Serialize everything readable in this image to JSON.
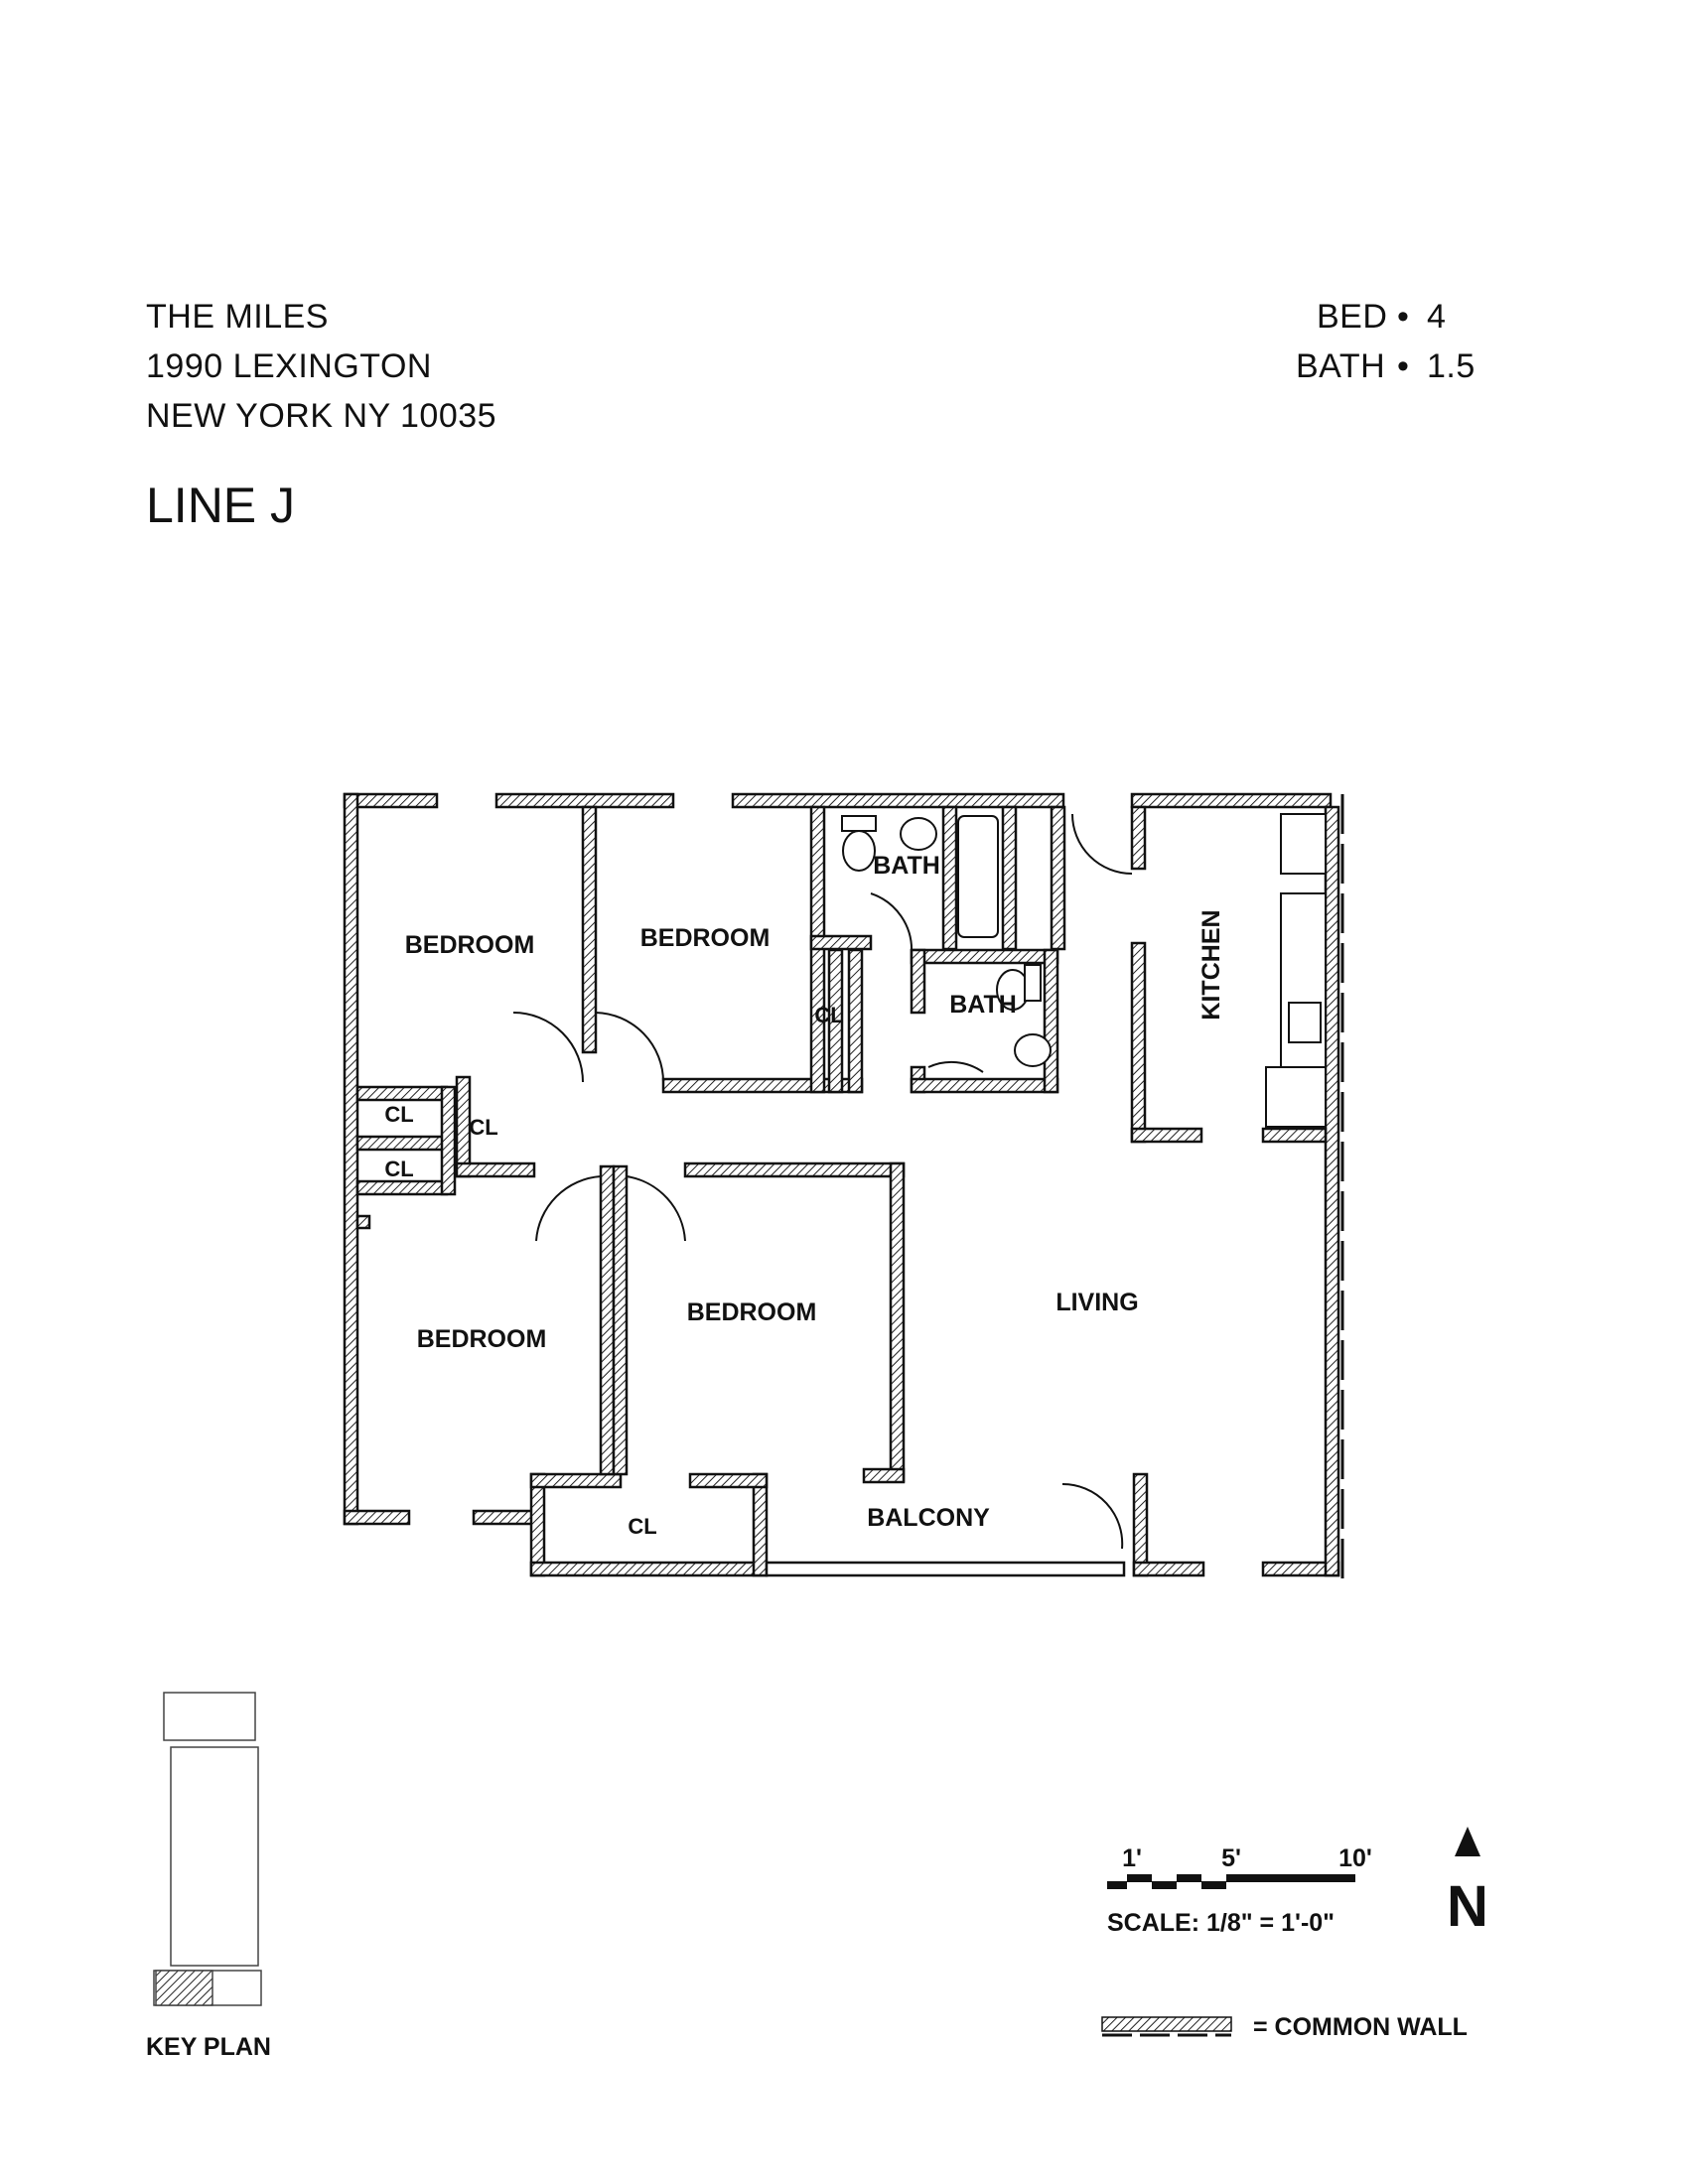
{
  "header": {
    "building": "THE MILES",
    "address_line1": "1990 LEXINGTON",
    "address_line2": "NEW YORK NY 10035",
    "line_title": "LINE J",
    "bed_label": "BED",
    "bed_value": "4",
    "bath_label": "BATH",
    "bath_value": "1.5",
    "separator": "•"
  },
  "rooms": {
    "bedroom_nw": "BEDROOM",
    "bedroom_n": "BEDROOM",
    "bedroom_sw": "BEDROOM",
    "bedroom_s": "BEDROOM",
    "bath_main": "BATH",
    "bath_half": "BATH",
    "kitchen": "KITCHEN",
    "living": "LIVING",
    "balcony": "BALCONY",
    "closet_1": "CL",
    "closet_2": "CL",
    "closet_3": "CL",
    "closet_4": "CL",
    "closet_5": "CL"
  },
  "key_plan": {
    "label": "KEY PLAN"
  },
  "scale_bar": {
    "tick_1": "1'",
    "tick_5": "5'",
    "tick_10": "10'",
    "scale_text": "SCALE: 1/8\" = 1'-0\""
  },
  "north": {
    "label": "N"
  },
  "legend": {
    "common_wall": "= COMMON WALL"
  }
}
